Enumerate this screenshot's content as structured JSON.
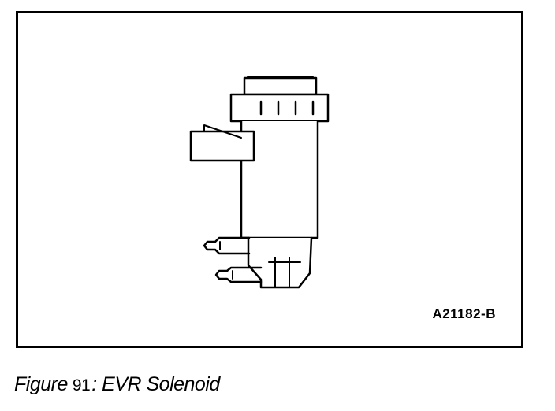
{
  "figure": {
    "part_number": "A21182-B"
  },
  "caption": {
    "word": "Figure",
    "number": "91",
    "colon": ":",
    "title": "EVR Solenoid"
  },
  "colors": {
    "ink": "#000000",
    "paper": "#ffffff"
  }
}
